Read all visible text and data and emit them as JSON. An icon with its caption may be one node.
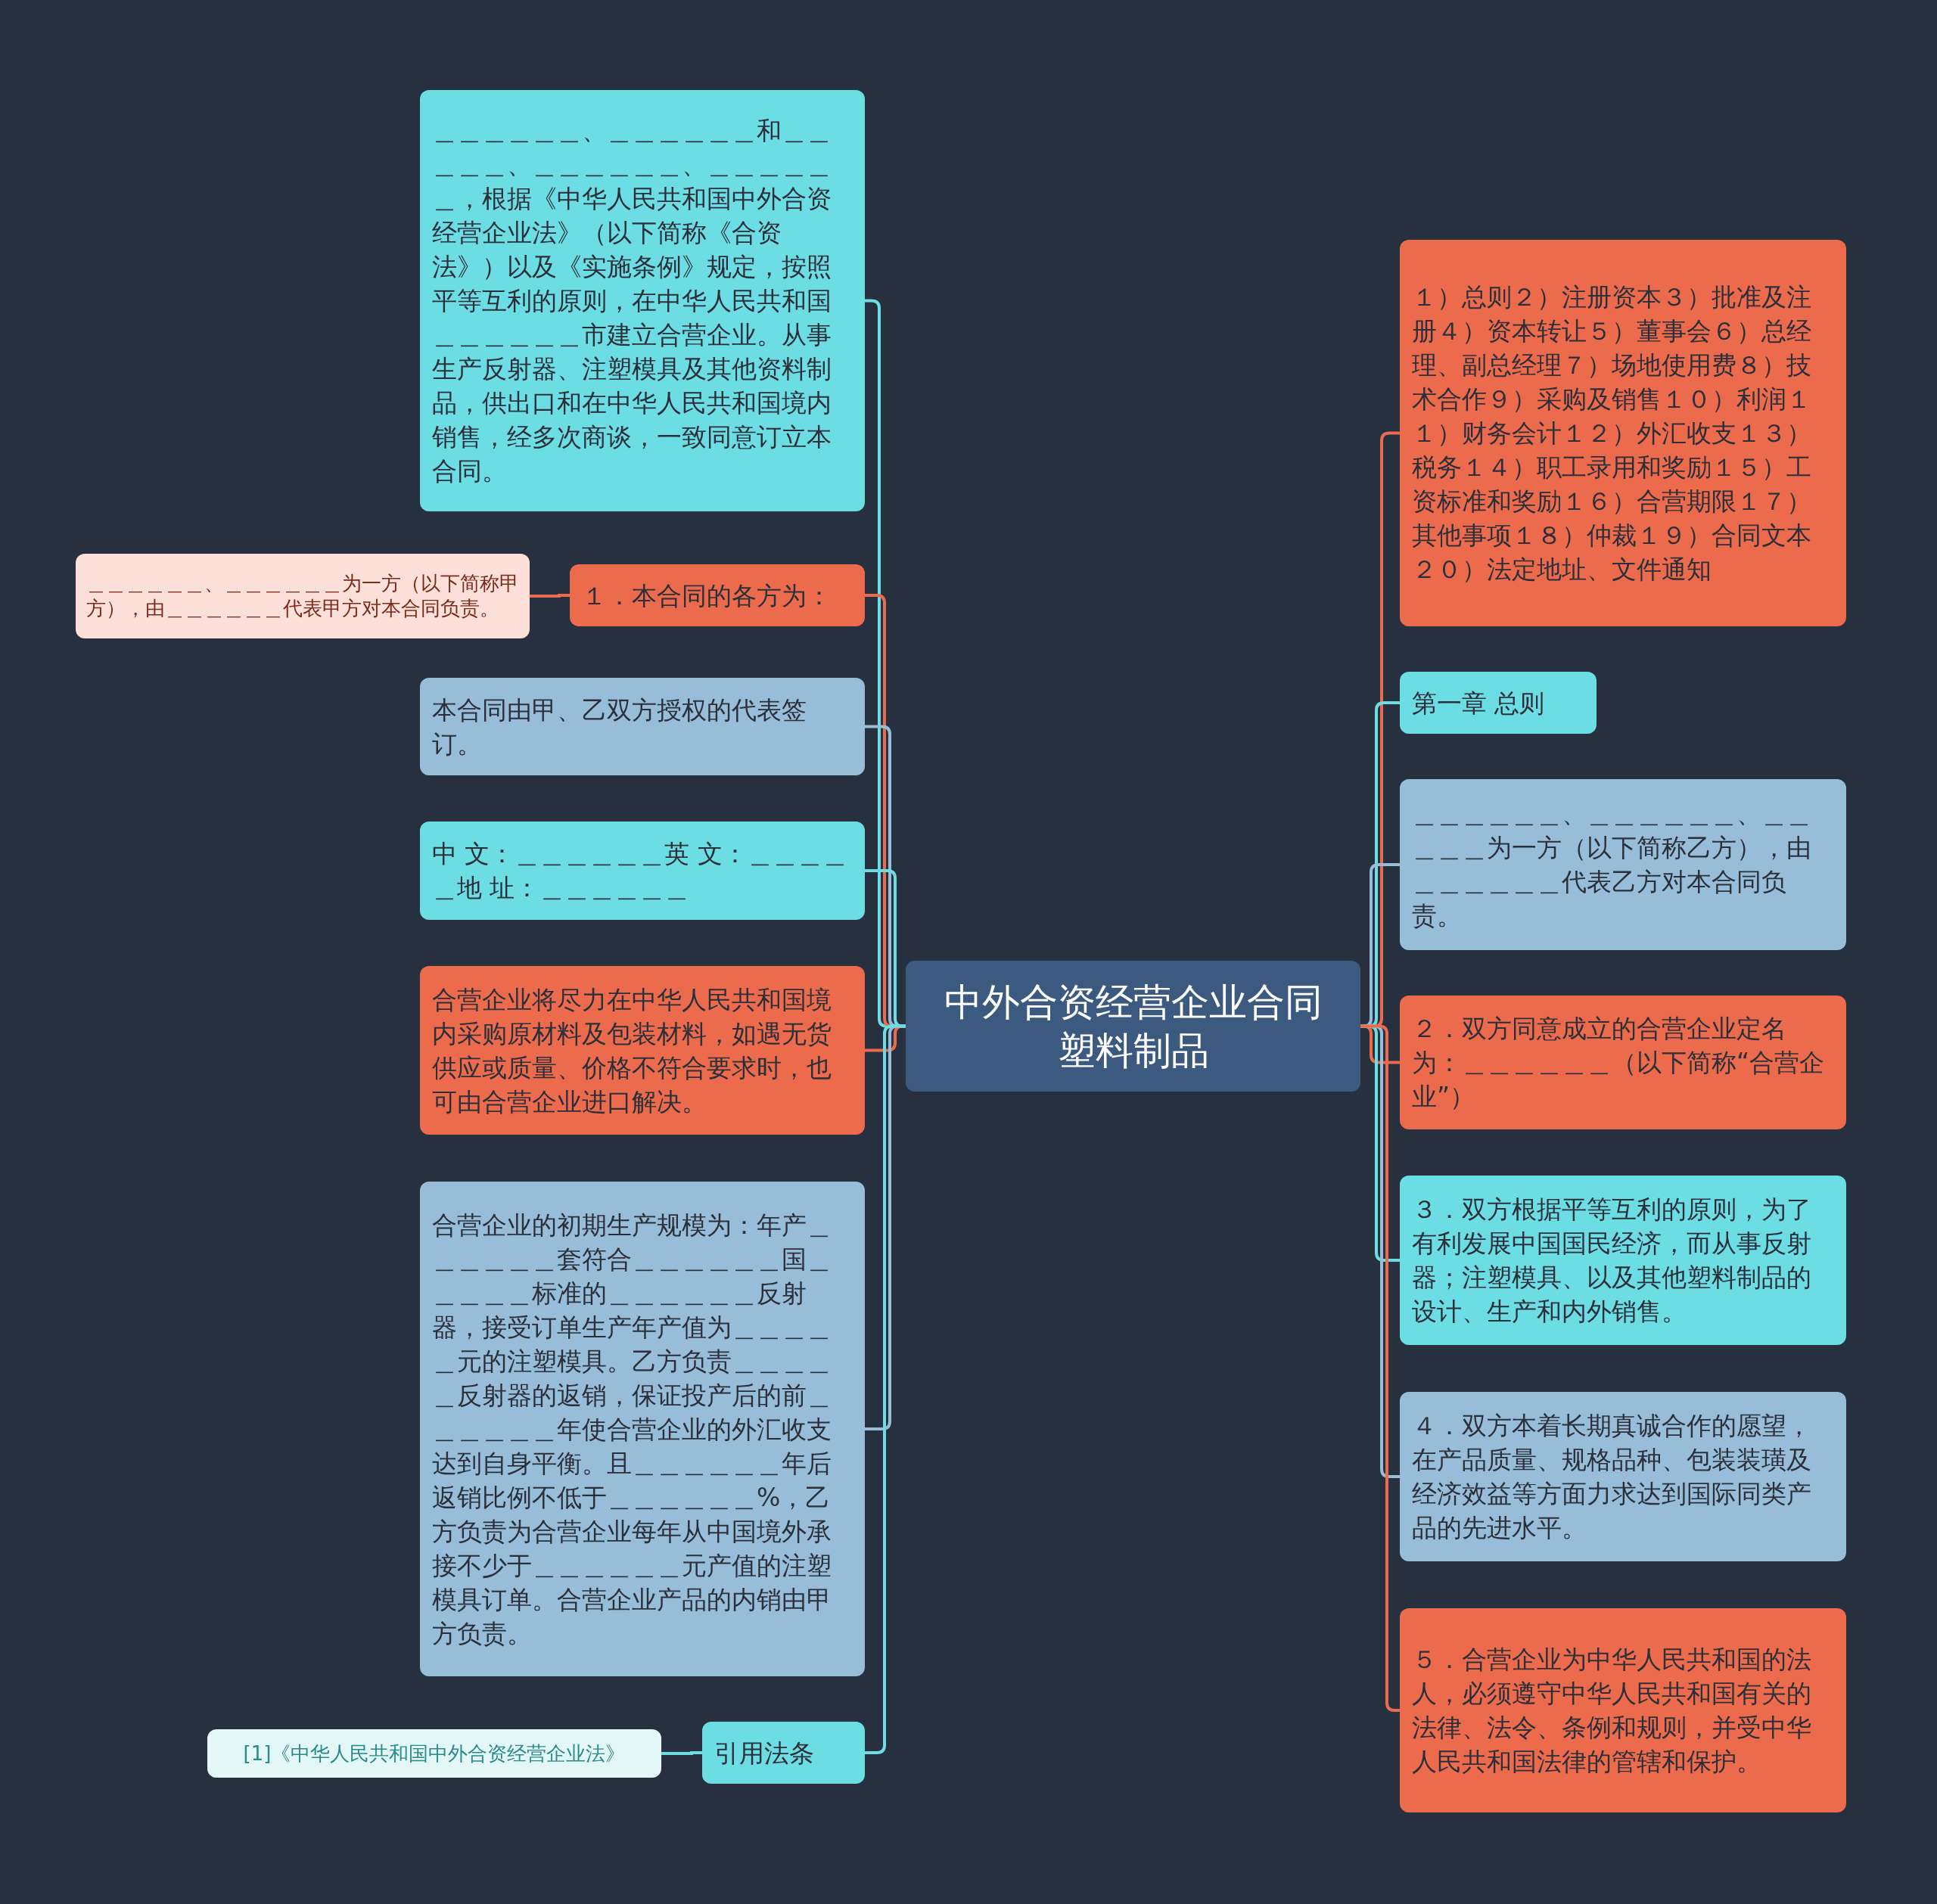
{
  "diagram": {
    "nodes": [
      {
        "text": [
          "中外合资经营企业合同塑料制品"
        ]
      },
      {
        "text": [
          "＿＿＿＿＿＿、＿＿＿＿＿＿和＿＿＿＿＿、＿＿＿＿＿＿、＿＿＿＿＿＿，根据《中华人民共和国中外合资经营企业法》（以下简称《合资法》）以及《实施条例》规定，按照平等互利的原则，在中华人民共和国＿＿＿＿＿＿市建立合营企业。从事生产反射器、注塑模具及其他资料制品，供出口和在中华人民共和国境内销售，经多次商谈，一致同意订立本合同。"
        ]
      },
      {
        "text": [
          "１．本合同的各方为："
        ]
      },
      {
        "text": [
          "＿＿＿＿＿＿、＿＿＿＿＿＿为一方（以下简称甲方），由＿＿＿＿＿＿代表甲方对本合同负责。"
        ]
      },
      {
        "text": [
          "本合同由甲、乙双方授权的代表签订。"
        ]
      },
      {
        "text": [
          "中 文：＿＿＿＿＿＿英 文：＿＿＿＿＿地 址：＿＿＿＿＿＿"
        ]
      },
      {
        "text": [
          "合营企业将尽力在中华人民共和国境内采购原材料及包装材料，如遇无货供应或质量、价格不符合要求时，也可由合营企业进口解决。"
        ]
      },
      {
        "text": [
          "合营企业的初期生产规模为：年产＿＿＿＿＿＿套符合＿＿＿＿＿＿国＿＿＿＿＿标准的＿＿＿＿＿＿反射器，接受订单生产年产值为＿＿＿＿＿元的注塑模具。乙方负责＿＿＿＿＿反射器的返销，保证投产后的前＿＿＿＿＿＿年使合营企业的外汇收支达到自身平衡。且＿＿＿＿＿＿年后返销比例不低于＿＿＿＿＿＿%，乙方负责为合营企业每年从中国境外承接不少于＿＿＿＿＿＿元产值的注塑模具订单。合营企业产品的内销由甲方负责。"
        ]
      },
      {
        "text": [
          "引用法条"
        ]
      },
      {
        "text": [
          "[1]《中华人民共和国中外合资经营企业法》"
        ]
      },
      {
        "text": [
          "１）总则２）注册资本３）批准及注册４）资本转让５）董事会６）总经理、副总经理７）场地使用费８）技术合作９）采购及销售１０）利润１１）财务会计１２）外汇收支１３）税务１４）职工录用和奖励１５）工资标准和奖励１６）合营期限１７）其他事项１８）仲裁１９）合同文本２０）法定地址、文件通知"
        ]
      },
      {
        "text": [
          "第一章 总则"
        ]
      },
      {
        "text": [
          "＿＿＿＿＿＿、＿＿＿＿＿＿、＿＿＿＿＿为一方（以下简称乙方），由＿＿＿＿＿＿代表乙方对本合同负责。"
        ]
      },
      {
        "text": [
          "２．双方同意成立的合营企业定名为：＿＿＿＿＿＿（以下简称“合营企业”）"
        ]
      },
      {
        "text": [
          "３．双方根据平等互利的原则，为了有利发展中国国民经济，而从事反射器；注塑模具、以及其他塑料制品的设计、生产和内外销售。"
        ]
      },
      {
        "text": [
          "４．双方本着长期真诚合作的愿望，在产品质量、规格品种、包装装璜及经济效益等方面力求达到国际同类产品的先进水平。"
        ]
      },
      {
        "text": [
          "５．合营企业为中华人民共和国的法人，必须遵守中华人民共和国有关的法律、法令、条例和规则，并受中华人民共和国法律的管辖和保护。"
        ]
      }
    ],
    "edges": [
      {
        "from": 0,
        "to": 1,
        "arrow": "none"
      },
      {
        "from": 0,
        "to": 2,
        "arrow": "none",
        "color": "#ed6b4d"
      },
      {
        "from": 2,
        "to": 3,
        "arrow": "none",
        "color": "#ed6b4d"
      },
      {
        "from": 0,
        "to": 4,
        "arrow": "none",
        "color": "#97bdd8"
      },
      {
        "from": 0,
        "to": 5,
        "arrow": "none"
      },
      {
        "from": 0,
        "to": 6,
        "arrow": "none",
        "color": "#ed6b4d"
      },
      {
        "from": 0,
        "to": 7,
        "arrow": "none",
        "color": "#97bdd8"
      },
      {
        "from": 0,
        "to": 8,
        "arrow": "none"
      },
      {
        "from": 8,
        "to": 9,
        "arrow": "none"
      },
      {
        "from": 0,
        "to": 10,
        "arrow": "none",
        "color": "#ed6b4d"
      },
      {
        "from": 0,
        "to": 11,
        "arrow": "none"
      },
      {
        "from": 0,
        "to": 12,
        "arrow": "none",
        "color": "#97bdd8"
      },
      {
        "from": 0,
        "to": 13,
        "arrow": "none",
        "color": "#ed6b4d"
      },
      {
        "from": 0,
        "to": 14,
        "arrow": "none"
      },
      {
        "from": 0,
        "to": 15,
        "arrow": "none",
        "color": "#97bdd8"
      },
      {
        "from": 0,
        "to": 16,
        "arrow": "none",
        "color": "#ed6b4d"
      }
    ]
  }
}
